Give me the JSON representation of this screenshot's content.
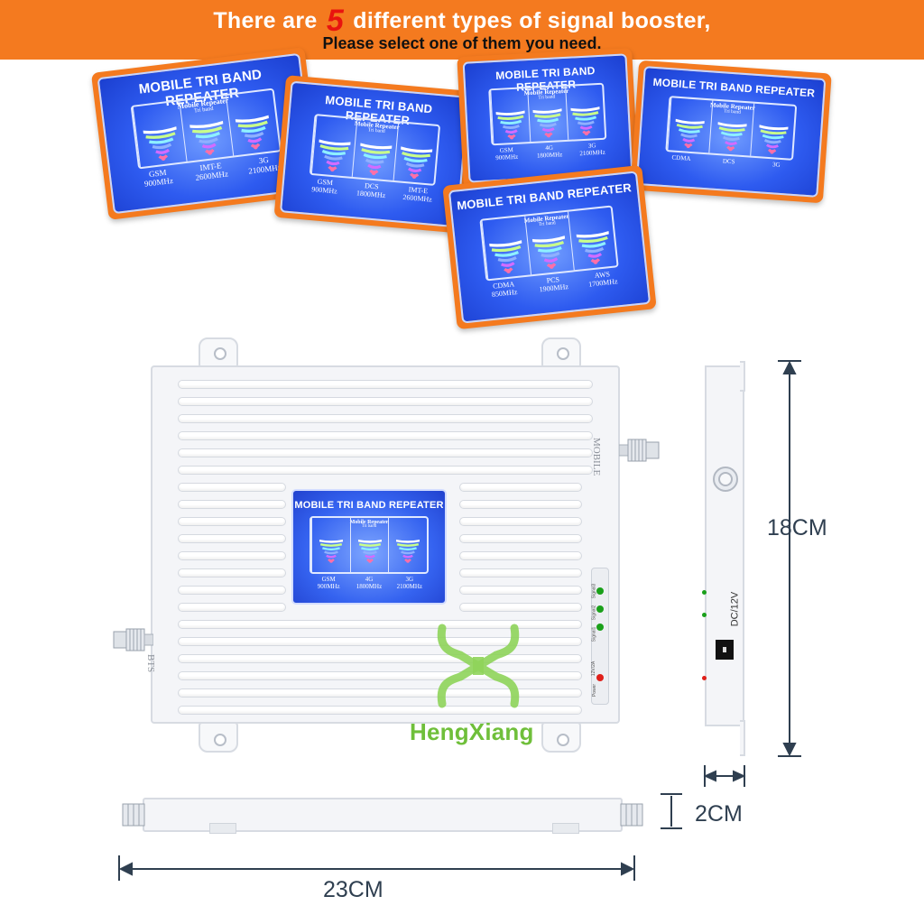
{
  "banner": {
    "line1_prefix": "There are",
    "line1_number": "5",
    "line1_suffix": "different types of signal booster,",
    "line2": "Please select one of them you need."
  },
  "cards": [
    {
      "title": "MOBILE TRI BAND REPEATER",
      "sub": "Mobile Repeater",
      "sub2": "Tri band",
      "bands": [
        {
          "name": "GSM",
          "freq": "900MHz"
        },
        {
          "name": "IMT-E",
          "freq": "2600MHz"
        },
        {
          "name": "3G",
          "freq": "2100MHz"
        }
      ]
    },
    {
      "title": "MOBILE TRI BAND REPEATER",
      "sub": "Mobile Repeater",
      "sub2": "Tri band",
      "bands": [
        {
          "name": "GSM",
          "freq": "900MHz"
        },
        {
          "name": "DCS",
          "freq": "1800MHz"
        },
        {
          "name": "IMT-E",
          "freq": "2600MHz"
        }
      ]
    },
    {
      "title": "MOBILE TRI BAND REPEATER",
      "sub": "Mobile Repeater",
      "sub2": "Tri band",
      "bands": [
        {
          "name": "GSM",
          "freq": "900MHz"
        },
        {
          "name": "4G",
          "freq": "1800MHz"
        },
        {
          "name": "3G",
          "freq": "2100MHz"
        }
      ]
    },
    {
      "title": "MOBILE TRI BAND REPEATER",
      "sub": "Mobile Repeater",
      "sub2": "Tri band",
      "bands": [
        {
          "name": "CDMA",
          "freq": ""
        },
        {
          "name": "DCS",
          "freq": ""
        },
        {
          "name": "3G",
          "freq": ""
        }
      ]
    },
    {
      "title": "MOBILE TRI BAND REPEATER",
      "sub": "Mobile Repeater",
      "sub2": "Tri band",
      "bands": [
        {
          "name": "CDMA",
          "freq": "850MHz"
        },
        {
          "name": "PCS",
          "freq": "1900MHz"
        },
        {
          "name": "AWS",
          "freq": "1700MHz"
        }
      ]
    }
  ],
  "device": {
    "lcd_title": "MOBILE TRI BAND REPEATER",
    "lcd_sub": "Mobile Repeater",
    "lcd_sub2": "Tri band",
    "bands": [
      {
        "name": "GSM",
        "freq": "900MHz"
      },
      {
        "name": "4G",
        "freq": "1800MHz"
      },
      {
        "name": "3G",
        "freq": "2100MHz"
      }
    ],
    "mobile_port_label": "MOBILE",
    "bts_port_label": "BTS",
    "led_labels": [
      "Signal3",
      "Signal2",
      "Signal1",
      "12V/2A",
      "Power"
    ],
    "side_dc_label": "DC/12V"
  },
  "watermark": {
    "brand": "HengXiang"
  },
  "dimensions": {
    "height": "18CM",
    "depth": "2CM",
    "width": "23CM"
  },
  "colors": {
    "banner_orange": "#f47a1f",
    "banner_number_red": "#e8140f",
    "lcd_blue": "#2e5bf0",
    "led_green": "#1aa01a",
    "led_red": "#e0201a",
    "watermark_green": "#6fbf3a",
    "dimension_line": "#2f3f50"
  }
}
